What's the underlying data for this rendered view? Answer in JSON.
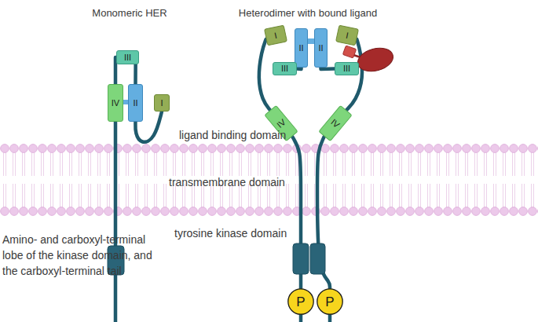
{
  "diagram": {
    "nodes": [
      {
        "text": [
          "III"
        ]
      },
      {
        "text": [
          "IV"
        ]
      },
      {
        "text": [
          "II"
        ]
      },
      {
        "text": [
          "I"
        ]
      },
      {
        "text": [
          "I"
        ]
      },
      {
        "text": [
          "II"
        ]
      },
      {
        "text": [
          "II"
        ]
      },
      {
        "text": [
          "I"
        ]
      },
      {
        "text": [
          "III"
        ]
      },
      {
        "text": [
          "III"
        ]
      },
      {
        "text": [
          "IV"
        ]
      },
      {
        "text": [
          "IV"
        ]
      },
      {
        "text": [
          "P"
        ]
      },
      {
        "text": [
          "P"
        ]
      }
    ],
    "edges": [
      {
        "from": 0,
        "to": 1,
        "arrow": "none"
      },
      {
        "from": 0,
        "to": 2,
        "arrow": "none"
      },
      {
        "from": 2,
        "to": 3,
        "arrow": "none"
      },
      {
        "from": 4,
        "to": 10,
        "arrow": "none"
      },
      {
        "from": 5,
        "to": 8,
        "arrow": "none"
      },
      {
        "from": 7,
        "to": 11,
        "arrow": "none"
      },
      {
        "from": 6,
        "to": 9,
        "arrow": "none"
      },
      {
        "from": 10,
        "to": 12,
        "arrow": "none"
      },
      {
        "from": 11,
        "to": 13,
        "arrow": "none"
      }
    ],
    "labels": [
      "Monomeric HER",
      "Heterodimer with bound ligand",
      "ligand binding domain",
      "transmembrane domain",
      "tyrosine kinase domain",
      "Amino- and carboxyl-terminal lobe of the kinase domain, and the carboxyl-terminal tail"
    ]
  }
}
